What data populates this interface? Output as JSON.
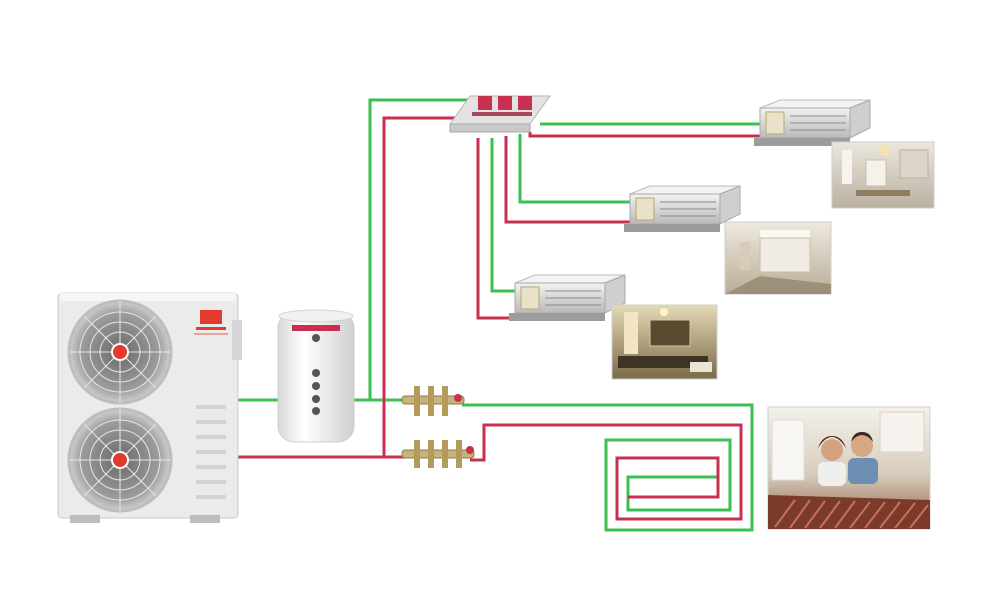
{
  "diagram": {
    "colors": {
      "supply_pipe": "#3cbf53",
      "return_pipe": "#c8304f",
      "unit_body": "#ececec",
      "brand_red": "#e23b2e",
      "brass": "#c7b27a"
    },
    "heat_pump": {
      "icon": "outdoor-heat-pump-unit",
      "logo_icon": "brand-logo"
    },
    "buffer_tank": {
      "icon": "water-tank"
    },
    "distributor": {
      "icon": "ceiling-water-distributor"
    },
    "manifold": {
      "icon": "floor-heating-manifold"
    },
    "fan_coils": [
      {
        "icon": "ducted-fan-coil-unit"
      },
      {
        "icon": "ducted-fan-coil-unit"
      },
      {
        "icon": "ducted-fan-coil-unit"
      }
    ],
    "room_photos": [
      {
        "icon": "room-photo-dining"
      },
      {
        "icon": "room-photo-hall"
      },
      {
        "icon": "room-photo-living"
      },
      {
        "icon": "room-photo-floor-heating-family"
      }
    ]
  }
}
